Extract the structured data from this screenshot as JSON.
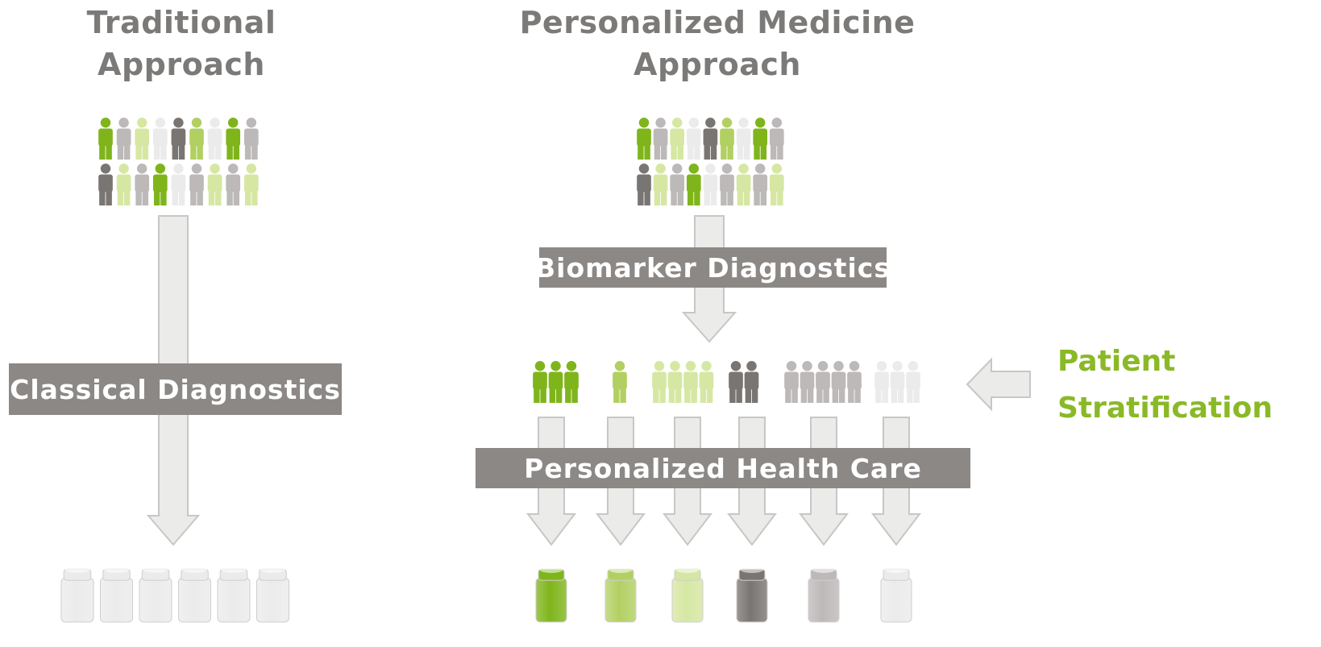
{
  "left": {
    "title_line1": "Traditional",
    "title_line2": "Approach",
    "step_label": "Classical Diagnostics"
  },
  "right": {
    "title_line1": "Personalized Medicine",
    "title_line2": "Approach",
    "step1_label": "Biomarker Diagnostics",
    "step2_label": "Personalized Health Care"
  },
  "callout": {
    "line1": "Patient",
    "line2": "Stratification"
  },
  "colors": {
    "green": "#7fb51b",
    "light_green": "#b2d062",
    "pale_green": "#d6e7a3",
    "dark_grey": "#797572",
    "mid_grey": "#bcb9b8",
    "very_light_grey": "#ecebeb",
    "box_grey": "#8b8886",
    "arrow_fill": "#ebebea",
    "arrow_stroke": "#c8c7c6",
    "title_grey": "#7c7a78",
    "callout_green": "#8ab927"
  },
  "icons": {
    "person": "person-icon",
    "medicine": "medicine-jar-icon",
    "arrow": "arrow-down-icon"
  },
  "population": {
    "row1": [
      "green",
      "mid_grey",
      "pale_green",
      "very_light_grey",
      "dark_grey",
      "light_green",
      "very_light_grey",
      "green",
      "mid_grey"
    ],
    "row2": [
      "dark_grey",
      "pale_green",
      "mid_grey",
      "green",
      "very_light_grey",
      "mid_grey",
      "pale_green",
      "mid_grey",
      "pale_green"
    ]
  },
  "stratified_groups": [
    {
      "color": "green",
      "count": 3
    },
    {
      "color": "light_green",
      "count": 1
    },
    {
      "color": "pale_green",
      "count": 4
    },
    {
      "color": "dark_grey",
      "count": 2
    },
    {
      "color": "mid_grey",
      "count": 5
    },
    {
      "color": "very_light_grey",
      "count": 3
    }
  ],
  "traditional_jars": {
    "color": "very_light_grey",
    "count": 6
  },
  "personalized_jars": [
    "green",
    "light_green",
    "pale_green",
    "dark_grey",
    "mid_grey",
    "very_light_grey"
  ]
}
